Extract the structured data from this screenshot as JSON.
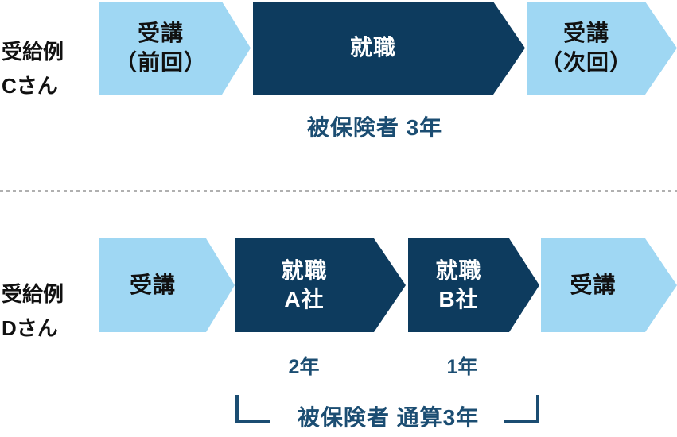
{
  "colors": {
    "background": "#ffffff",
    "light_arrow": "#9fd7f3",
    "dark_arrow": "#0d3b5e",
    "dark_arrow_text": "#ffffff",
    "label_text": "#111111",
    "annotation_text": "#1b4d72",
    "divider": "#b0b0b0"
  },
  "rows": [
    {
      "id": "c",
      "label": {
        "line1": "受給例",
        "line2": "Cさん"
      },
      "arrows": [
        {
          "type": "light",
          "line1": "受講",
          "line2": "（前回）"
        },
        {
          "type": "dark",
          "line1": "就職"
        },
        {
          "type": "light",
          "line1": "受講",
          "line2": "（次回）"
        }
      ],
      "annotation": "被保険者 3年"
    },
    {
      "id": "d",
      "label": {
        "line1": "受給例",
        "line2": "Dさん"
      },
      "arrows": [
        {
          "type": "light",
          "line1": "受講"
        },
        {
          "type": "dark",
          "line1": "就職",
          "line2": "A社",
          "duration": "2年"
        },
        {
          "type": "dark",
          "line1": "就職",
          "line2": "B社",
          "duration": "1年"
        },
        {
          "type": "light",
          "line1": "受講"
        }
      ],
      "annotation": "被保険者 通算3年"
    }
  ]
}
